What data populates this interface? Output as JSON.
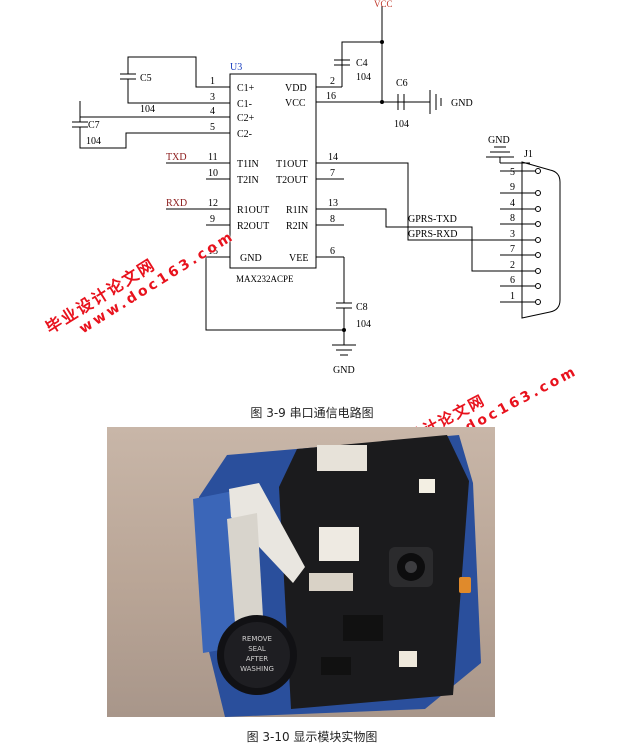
{
  "schematic": {
    "chip": {
      "ref": "U3",
      "part": "MAX232ACPE"
    },
    "pins_left": [
      {
        "num": "1",
        "name": "C1+"
      },
      {
        "num": "3",
        "name": "C1-"
      },
      {
        "num": "4",
        "name": "C2+"
      },
      {
        "num": "5",
        "name": "C2-"
      },
      {
        "num": "11",
        "name": "T1IN"
      },
      {
        "num": "10",
        "name": "T2IN"
      },
      {
        "num": "12",
        "name": "R1OUT"
      },
      {
        "num": "9",
        "name": "R2OUT"
      },
      {
        "num": "15",
        "name": "GND"
      }
    ],
    "pins_right": [
      {
        "num": "2",
        "name": "VDD"
      },
      {
        "num": "16",
        "name": "VCC"
      },
      {
        "num": "14",
        "name": "T1OUT"
      },
      {
        "num": "7",
        "name": "T2OUT"
      },
      {
        "num": "13",
        "name": "R1IN"
      },
      {
        "num": "8",
        "name": "R2IN"
      },
      {
        "num": "6",
        "name": "VEE"
      }
    ],
    "caps": [
      {
        "ref": "C5",
        "value": "104"
      },
      {
        "ref": "C7",
        "value": "104"
      },
      {
        "ref": "C4",
        "value": "104"
      },
      {
        "ref": "C6",
        "value": "104"
      },
      {
        "ref": "C8",
        "value": "104"
      }
    ],
    "nets": {
      "vcc": "VCC",
      "gnd": "GND",
      "txd": "TXD",
      "rxd": "RXD",
      "gprs_txd": "GPRS-TXD",
      "gprs_rxd": "GPRS-RXD"
    },
    "connector": {
      "ref": "J1",
      "pins": [
        "5",
        "9",
        "4",
        "8",
        "3",
        "7",
        "2",
        "6",
        "1"
      ]
    }
  },
  "captions": {
    "fig39": "图 3-9 串口通信电路图",
    "fig310": "图 3-10 显示模块实物图"
  },
  "watermark": {
    "cn": "毕业设计论文网",
    "url": "www.doc163.com"
  },
  "photo": {
    "sticker_lines": [
      "REMOVE",
      "SEAL",
      "AFTER",
      "WASHING"
    ]
  }
}
